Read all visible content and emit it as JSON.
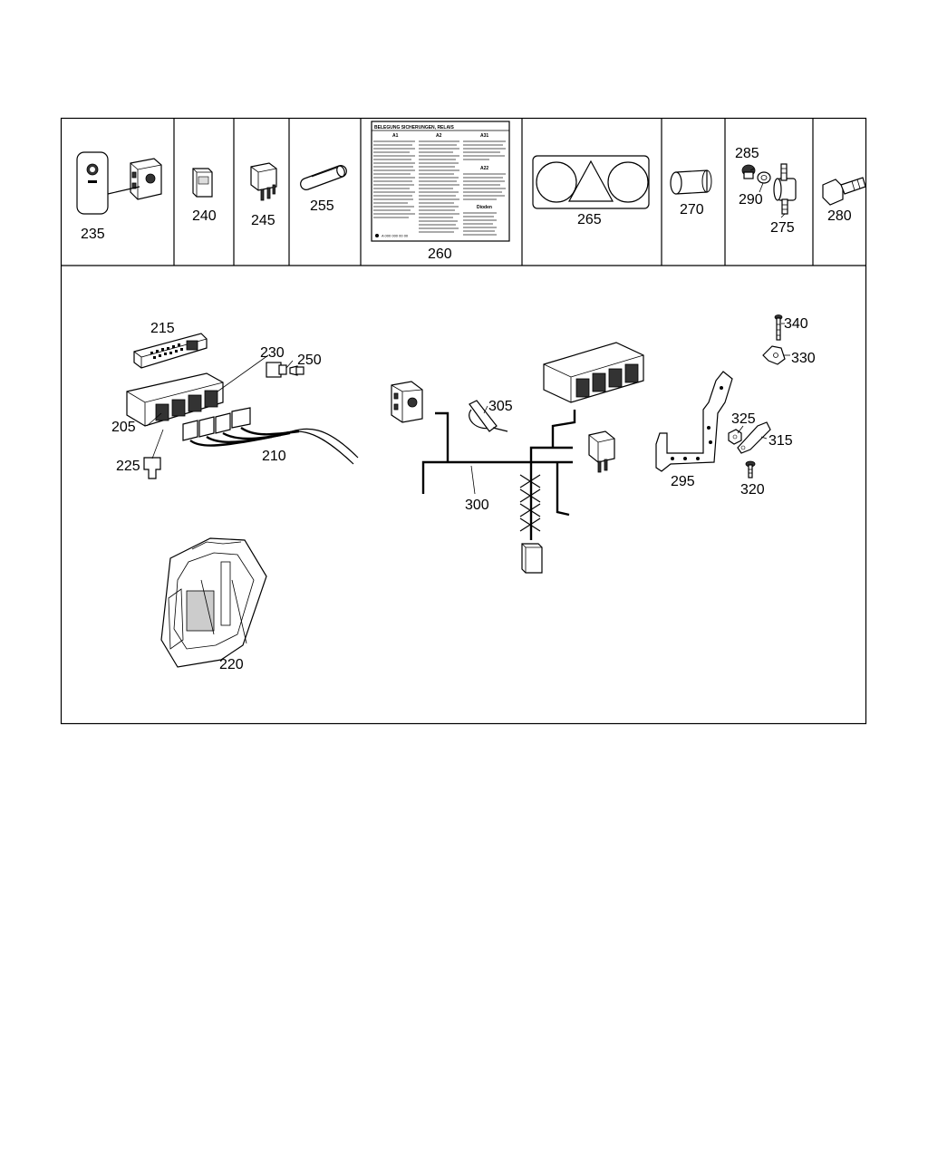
{
  "callouts": {
    "c205": "205",
    "c210": "210",
    "c215": "215",
    "c220": "220",
    "c225": "225",
    "c230": "230",
    "c235": "235",
    "c240": "240",
    "c245": "245",
    "c250": "250",
    "c255": "255",
    "c260": "260",
    "c265": "265",
    "c270": "270",
    "c275": "275",
    "c280": "280",
    "c285": "285",
    "c290": "290",
    "c295": "295",
    "c300": "300",
    "c305": "305",
    "c315": "315",
    "c320": "320",
    "c325": "325",
    "c330": "330",
    "c340": "340"
  },
  "label_card": {
    "title": "BELEGUNG SICHERUNGEN, RELAIS",
    "col_a1": "A1",
    "col_a2": "A2",
    "col_a31": "A31",
    "col_a22": "A22",
    "col_dioden": "Dioden",
    "footer": "A 000 000 00 00"
  },
  "icons": {
    "part_235": "switch-icon",
    "part_240": "fuse-icon",
    "part_245": "relay-icon",
    "part_255": "cylinder-fuse-icon",
    "part_265": "warning-triangle-sticker-icon",
    "part_270": "hose-icon",
    "part_275": "fitting-icon",
    "part_280": "elbow-fitting-icon"
  }
}
